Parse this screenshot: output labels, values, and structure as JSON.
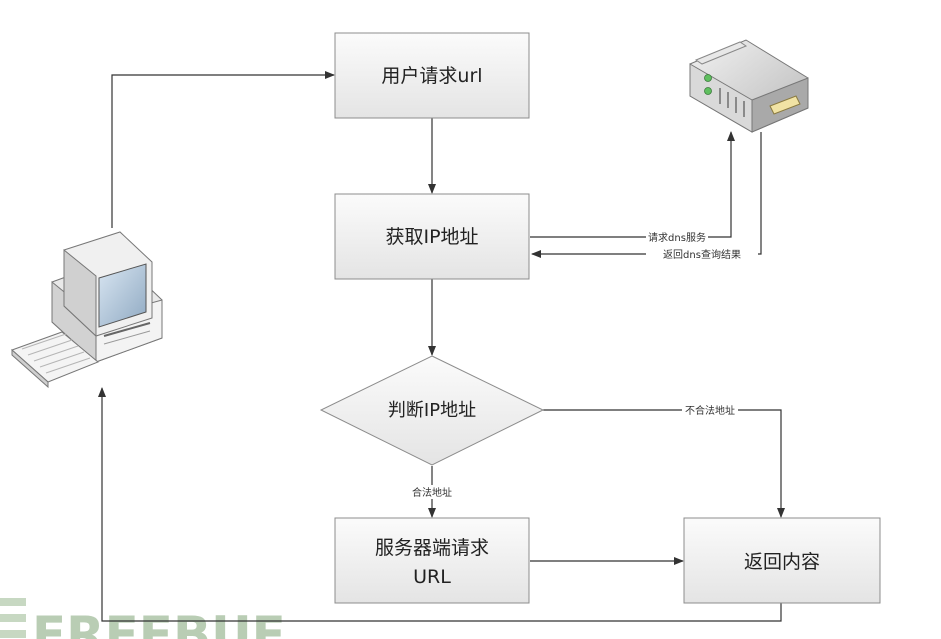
{
  "nodes": {
    "request_url": "用户请求url",
    "get_ip": "获取IP地址",
    "judge_ip": "判断IP地址",
    "server_request_line1": "服务器端请求",
    "server_request_line2": "URL",
    "return_content": "返回内容"
  },
  "edges": {
    "dns_request": "请求dns服务",
    "dns_return": "返回dns查询结果",
    "illegal": "不合法地址",
    "legal": "合法地址"
  },
  "watermark": "FREEBUF",
  "icons": [
    "computer-icon",
    "server-icon"
  ],
  "colors": {
    "box_fill_top": "#fbfbfb",
    "box_fill_bottom": "#e6e6e6",
    "box_stroke": "#8c8c8c",
    "line": "#333333"
  }
}
